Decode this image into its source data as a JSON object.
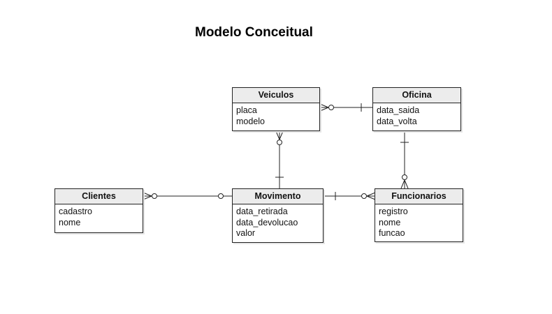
{
  "title": "Modelo Conceitual",
  "colors": {
    "line": "#222222",
    "header_bg": "#ececec",
    "background": "#ffffff"
  },
  "entities": {
    "veiculos": {
      "name": "Veiculos",
      "attributes": [
        "placa",
        "modelo"
      ]
    },
    "oficina": {
      "name": "Oficina",
      "attributes": [
        "data_saida",
        "data_volta"
      ]
    },
    "clientes": {
      "name": "Clientes",
      "attributes": [
        "cadastro",
        "nome"
      ]
    },
    "movimento": {
      "name": "Movimento",
      "attributes": [
        "data_retirada",
        "data_devolucao",
        "valor"
      ]
    },
    "funcionarios": {
      "name": "Funcionarios",
      "attributes": [
        "registro",
        "nome",
        "funcao"
      ]
    }
  },
  "relationships": [
    {
      "from": "veiculos",
      "from_cardinality": "zero-or-many",
      "to": "oficina",
      "to_cardinality": "one"
    },
    {
      "from": "veiculos",
      "from_cardinality": "zero-or-many",
      "to": "movimento",
      "to_cardinality": "one"
    },
    {
      "from": "clientes",
      "from_cardinality": "zero-or-many",
      "to": "movimento",
      "to_cardinality": "zero-or-one"
    },
    {
      "from": "movimento",
      "from_cardinality": "one",
      "to": "funcionarios",
      "to_cardinality": "zero-or-many"
    },
    {
      "from": "oficina",
      "from_cardinality": "one",
      "to": "funcionarios",
      "to_cardinality": "zero-or-many"
    }
  ]
}
